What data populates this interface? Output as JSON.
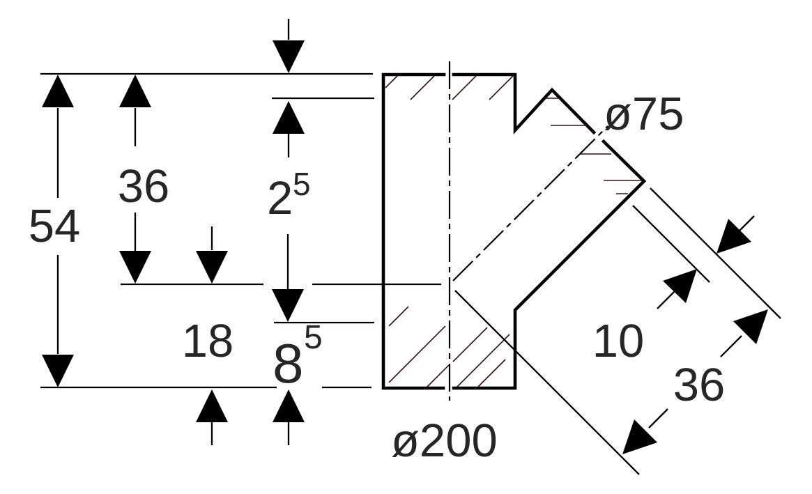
{
  "drawing": {
    "type": "technical-dimension-drawing",
    "description": "Cross-section of pipe fitting with 45-degree branch socket",
    "colors": {
      "line": "#000000",
      "text": "#262626",
      "hatch": "#3c0e0e",
      "background": "#ffffff"
    },
    "dimensions": {
      "total_height": "54",
      "upper_height": "36",
      "lower_height": "18",
      "top_wall_base": "2",
      "top_wall_sup": "5",
      "bottom_wall_base": "8",
      "bottom_wall_sup": "5",
      "main_diameter": "ø200",
      "branch_diameter": "ø75",
      "socket_inset": "10",
      "branch_length": "36"
    }
  }
}
